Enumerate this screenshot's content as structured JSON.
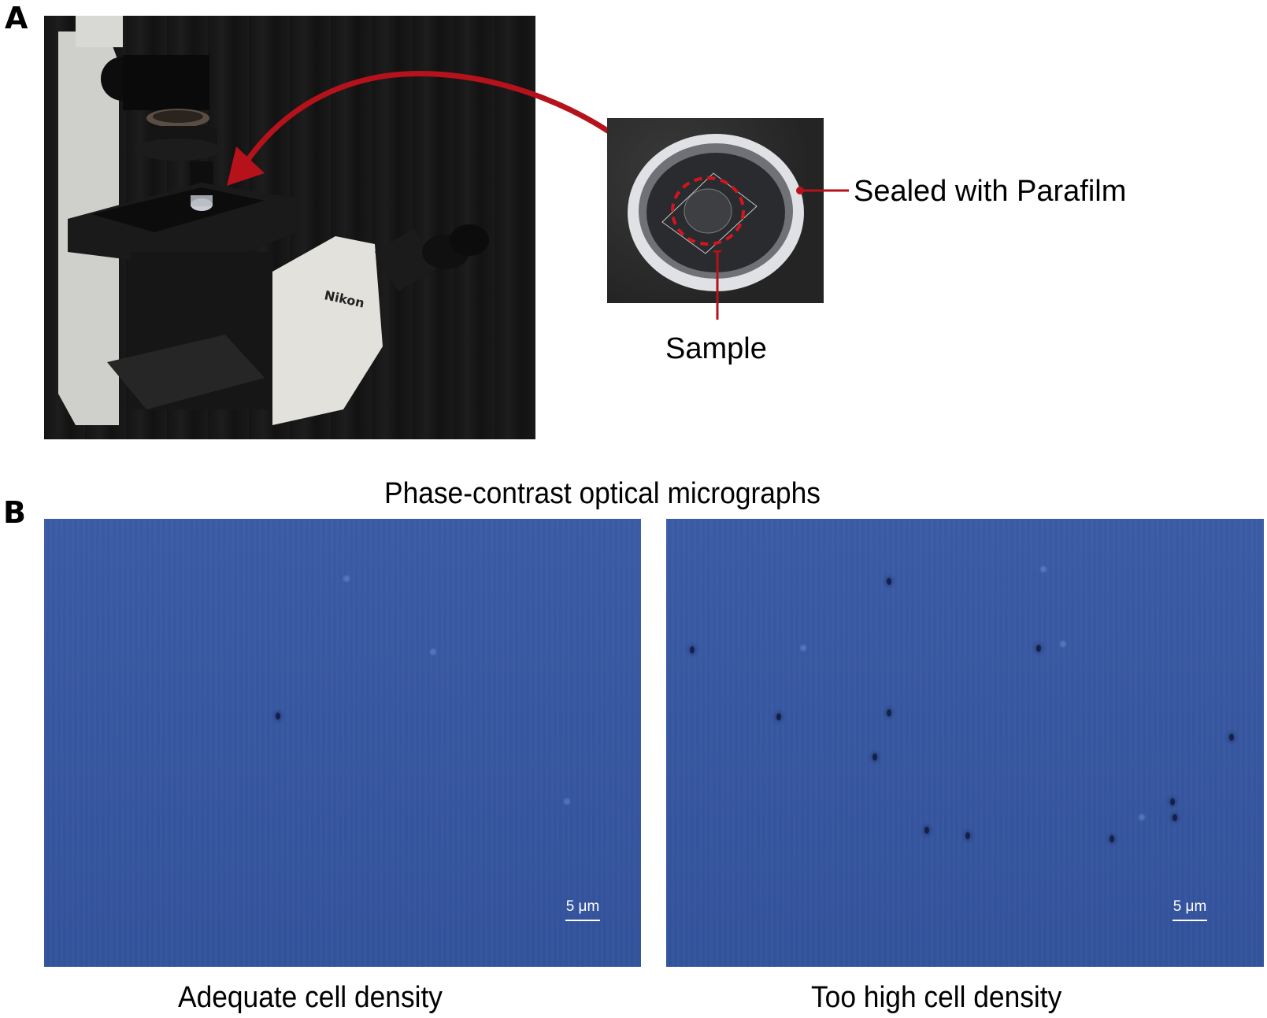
{
  "panel_a": {
    "letter": "A",
    "photo": "inverted-microscope-photo",
    "brand_badge": "Nikon",
    "dish_photo": "glass-bottom-dish-photo",
    "labels": {
      "parafilm": "Sealed with Parafilm",
      "sample": "Sample"
    },
    "colors": {
      "arrow": "#b5121b",
      "dashed_circle": "#d0161f"
    }
  },
  "panel_b": {
    "letter": "B",
    "title": "Phase-contrast optical micrographs",
    "micrographs": [
      {
        "caption": "Adequate cell density",
        "scale_bar": "5 μm",
        "background": "#3556a3"
      },
      {
        "caption": "Too high cell density",
        "scale_bar": "5 μm",
        "background": "#3556a3"
      }
    ]
  }
}
